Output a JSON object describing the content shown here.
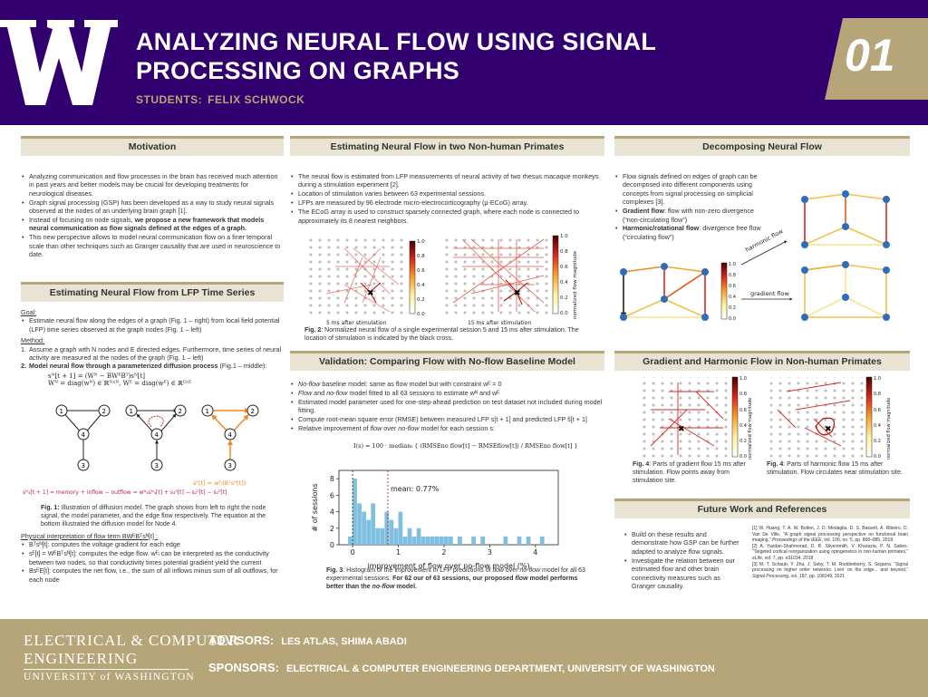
{
  "header": {
    "title_line1": "ANALYZING NEURAL FLOW USING SIGNAL",
    "title_line2": "PROCESSING ON GRAPHS",
    "students_label": "STUDENTS:",
    "students_name": "FELIX SCHWOCK",
    "poster_number": "01"
  },
  "motivation": {
    "title": "Motivation",
    "b1": "Analyzing communication and flow processes in the brain has received much attention in past years and better models may be crucial for developing treatments for neurological diseases.",
    "b2": "Graph signal processing (GSP) has been developed as a way to study neural signals observed at the nodes of an underlying brain graph [1].",
    "b3_pre": "Instead of focusing on node signals, ",
    "b3_bold": "we propose a new framework that models neural communication as flow signals defined at the edges of a graph.",
    "b4": "This new perspective allows to model neural communication flow on a finer temporal scale than other techniques such as Granger causality that are used in neuroscience to date."
  },
  "lfp": {
    "title": "Estimating Neural Flow from LFP Time Series",
    "goal_label": "Goal:",
    "goal": "Estimate neural flow along the edges of a graph (Fig. 1 – right) from local field potential (LFP) time series observed at the graph nodes (Fig. 1 – left)",
    "method_label": "Method:",
    "m1": "Assume a graph with N nodes and E directed edges. Furthermore, time series of neural activity are measured at the nodes of the graph (Fig. 1 – left)",
    "m2_bold": "Model neural flow through a parameterized diffusion process",
    "m2_rest": " (Fig.1 – middle):",
    "eq1": "sᴺ[t + 1] = (Wᴺ − BWᴱBᵀ)sᴺ[t]",
    "eq2": "Wᴺ = diag(wᴺ) ∈ ℝᴺˣᴺ,     Wᴱ = diag(wᴱ) ∈ ℝᴱˣᴱ",
    "eq3": "sᴺ₄[t + 1] = memory + inflow − outflow = wᴺ₄sᴺ₄[t] + s₃ᴱ[t] − s₂ᴱ[t] − s₁ᴱ[t]",
    "eq_right": "sᴱ[t] = wᴱᵢ(Bᵀsᴺ[t])ᵢ",
    "fig1_cap_bold": "Fig. 1:",
    "fig1_cap": " Illustration of diffusion model. The graph shows from left to right the node signal, the model parameter, and the edge flow respectively. The equation at the bottom illustrated the diffusion model for Node 4.",
    "phys_title": "Physical interpretation of flow term BWᴱBᵀsᴺ[t] :",
    "p1": "Bᵀsᴺ[t]: computes the voltage gradient for each edge",
    "p2": "sᴱ[t] = WᴱBᵀsᴺ[t]: computes the edge flow. wᴱᵢ can be interpreted as the conductivity between two nodes, so that conductivity times potential gradient yield the current",
    "p3": "BsᴱE[t]: computes the net flow, i.e., the sum of all inflows minus sum of all outflows, for each node"
  },
  "primates": {
    "title": "Estimating Neural Flow in two Non-human Primates",
    "b1": "The neural flow is estimated from LFP measurements of neural activity of two rhesus macaque monkeys during a stimulation experiment [2].",
    "b2": "Location of stimulation varies between 63 experimental sessions.",
    "b3": "LFPs are measured by 96 electrode micro-electrocorticography (μ-ECoG) array.",
    "b4": "The ECoG array is used to construct sparsely connected graph, where each node is connected to approximately its 8 nearest neighbors.",
    "sub1": "5 ms after stimulation",
    "sub2": "15 ms after stimulation",
    "cbar_label": "normalized flow magnitude",
    "ticks": [
      "1.0",
      "0.8",
      "0.6",
      "0.4",
      "0.2",
      "0.0"
    ],
    "fig2_bold": "Fig. 2",
    "fig2": ": Normalized neural flow of a single experimental session 5 and 15 ms after stimulation. The location of stimulation is indicated by the black cross."
  },
  "validation": {
    "title": "Validation: Comparing Flow with No-flow Baseline Model",
    "b1_it": "No-flow",
    "b1": " baseline model: same as flow model but with constraint wᴱ = 0",
    "b2_it1": "Flow",
    "b2_mid": " and ",
    "b2_it2": "no-flow",
    "b2": " model fitted to all 63 sessions to estimate wᴺ and wᴱ",
    "b3": "Estimated model parameter used for one-step-ahead prediction on test dataset not included during model fitting.",
    "b4": "Compute root-mean square error (RMSE) between measured LFP s[t + 1] and predicted LFP ŝ[t + 1]",
    "b5_pre": "Relative improvement of ",
    "b5_it1": "flow",
    "b5_mid": " over ",
    "b5_it2": "no-flow",
    "b5_post": " model for each session s:",
    "eq": "I(s) = 100 · medianₜ { (RMSEno flow[t] − RMSEflow[t]) / RMSEno flow[t] }",
    "fig3_bold": "Fig. 3",
    "fig3_pre": ": Histogram of the improvement in LFP predictions of ",
    "fig3_it1": "flow",
    "fig3_mid1": " over ",
    "fig3_it2": "no-flow",
    "fig3_mid2": " model for all 63 experimental sessions. ",
    "fig3_bold2": "For 62 our of 63 sessions, our proposed ",
    "fig3_bit": "flow",
    "fig3_bold3": " model performs better than the ",
    "fig3_bit2": "no-flow",
    "fig3_bold4": " model."
  },
  "decomposing": {
    "title": "Decomposing Neural Flow",
    "b1": "Flow signals defined on edges of graph can be decomposed into different components using concepts from signal processing on simplicial complexes [3].",
    "b2_bold": "Gradient flow",
    "b2": ": flow with non-zero divergence (“non-circulating flow”)",
    "b3_bold": "Harmonic/rotational flow",
    "b3": ": divergence free flow (“circulating flow”)",
    "harmonic_label": "harmonic flow",
    "gradient_label": "gradient flow",
    "ticks": [
      "1.0",
      "0.8",
      "0.6",
      "0.4",
      "0.2",
      "0.0"
    ]
  },
  "gradharm": {
    "title": "Gradient and Harmonic Flow in Non-human Primates",
    "cbar_label": "normalized flow magnitude",
    "ticks": [
      "1.0",
      "0.8",
      "0.6",
      "0.4",
      "0.2",
      "0.0"
    ],
    "fig4a_bold": "Fig. 4",
    "fig4a": ": Parts of gradient flow 15 ms after stimulation. Flow points away from stimulation site.",
    "fig4b_bold": "Fig. 4",
    "fig4b": ": Parts of harmonic flow 15 ms after stimulation. Flow circulates near stimulation site."
  },
  "future": {
    "title": "Future Work and References",
    "b1": "Build on these results and demonstrate how GSP can be further adapted to analyze flow signals.",
    "b2": "Investigate the relation between our estimated flow and other brain connectivity measures such as Granger causality.",
    "r1_pre": "[1] W. Huang, T. A. W. Bolton, J. D. Medaglia, D. S. Bassett, A. Ribeiro, D. Van De Ville, “A graph signal processing perspective on functional brain imaging,” ",
    "r1_it": "Proceedings of the IEEE",
    "r1_post": ", vol. 106, no. 5, pp. 868–885, 2018.",
    "r2_pre": "[2] A. Yazdan-Shahmorad, D. B. Silversmith, V. Kharazia, P. N. Sabes. “Targeted cortical reorganization using optogenetics in non-human primates,” ",
    "r2_it": "eLife",
    "r2_post": ", vol. 7, pp. e31034. 2018",
    "r3_pre": "[3] M. T. Schaub, Y. Zhu, J. Seby, T. M. Roddenberry, S. Segarra. “Signal processing on higher order networks: Livin’ on the edge... and beyond,” ",
    "r3_it": "Signal Processing",
    "r3_post": ", vol. 187, pp. 108149, 2021"
  },
  "footer": {
    "ece_line1": "ELECTRICAL & COMPUTER",
    "ece_line2": "ENGINEERING",
    "uw": "UNIVERSITY of WASHINGTON",
    "advisors_label": "ADVISORS:",
    "advisors": "LES ATLAS, SHIMA ABADI",
    "sponsors_label": "SPONSORS:",
    "sponsors": "ELECTRICAL & COMPUTER ENGINEERING DEPARTMENT, UNIVERSITY OF WASHINGTON"
  },
  "chart_data": {
    "type": "bar",
    "xlabel": "improvement of flow over no-flow model (%)",
    "ylabel": "# of sessions",
    "xlim": [
      -0.3,
      4.5
    ],
    "ylim": [
      0,
      9
    ],
    "xticks": [
      0,
      1,
      2,
      3,
      4
    ],
    "yticks": [
      0,
      2,
      4,
      6,
      8
    ],
    "bin_width": 0.1,
    "bin_starts": [
      -0.1,
      0.0,
      0.1,
      0.2,
      0.3,
      0.4,
      0.5,
      0.6,
      0.7,
      0.8,
      0.9,
      1.0,
      1.1,
      1.2,
      1.3,
      1.4,
      1.5,
      1.6,
      1.7,
      1.8,
      1.9,
      2.0,
      2.1,
      2.3,
      2.6,
      2.8,
      3.3,
      3.6,
      3.8,
      4.1
    ],
    "counts": [
      1,
      8,
      5,
      4,
      3,
      5,
      2,
      2,
      4,
      3,
      2,
      4,
      1,
      2,
      1,
      2,
      1,
      1,
      1,
      1,
      1,
      1,
      1,
      1,
      1,
      1,
      1,
      1,
      1,
      1
    ],
    "mean_value": 0.77,
    "mean_label": "mean: 0.77%",
    "zero_line": 0,
    "color": "#7fbfe0",
    "mean_line_color": "#d62728"
  },
  "colors": {
    "purple": "#32006e",
    "gold": "#b7a57a",
    "section_bg": "#e8e3d3"
  }
}
